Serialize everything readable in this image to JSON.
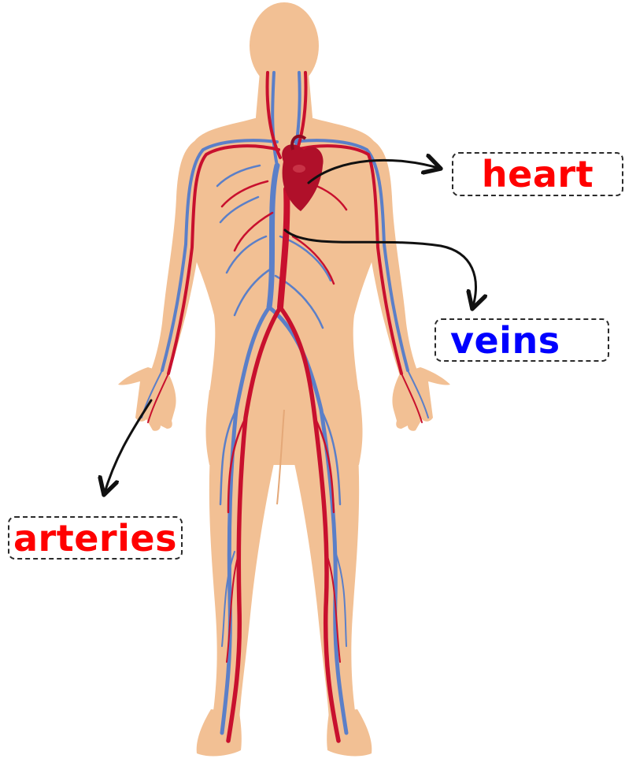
{
  "labels": {
    "heart": "heart",
    "veins": "veins",
    "arteries": "arteries"
  },
  "colors": {
    "skin": "#f2c094",
    "skin_shadow": "#e4a878",
    "artery": "#c8102e",
    "vein": "#5b7fc8",
    "heart": "#b0102a",
    "label_heart": "#ff0000",
    "label_veins": "#0000ff",
    "label_arteries": "#ff0000",
    "arrow": "#111111"
  }
}
